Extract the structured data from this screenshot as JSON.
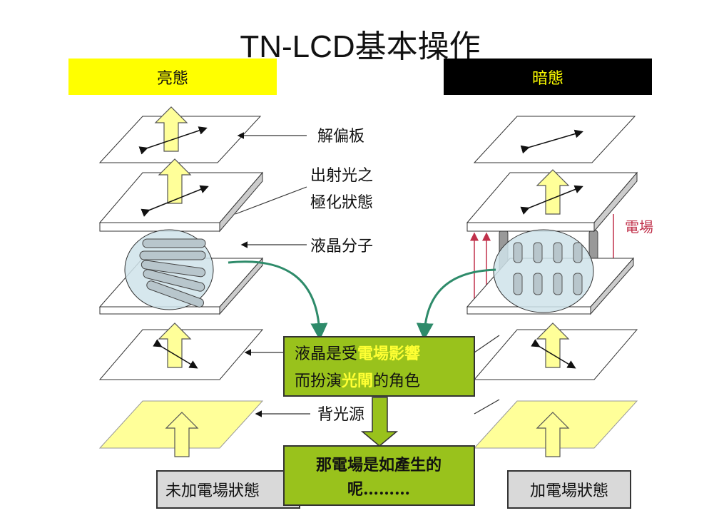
{
  "title": "TN-LCD基本操作",
  "bright_state": {
    "label": "亮態",
    "color": "#ffff00"
  },
  "dark_state": {
    "label": "暗態",
    "color": "#000000",
    "text_color": "#ffff00"
  },
  "labels": {
    "analyzer": "解偏板",
    "output_light_1": "出射光之",
    "output_light_2": "極化狀態",
    "lc_molecules": "液晶分子",
    "backlight": "背光源",
    "electric_field": "電場"
  },
  "callout_1": {
    "line1_a": "液晶是受",
    "line1_b": "電場影響",
    "line2_a": "而扮演",
    "line2_b": "光閘",
    "line2_c": "的角色"
  },
  "callout_2": {
    "line1": "那電場是如產生的",
    "line2": "呢………"
  },
  "state_labels": {
    "no_field": "未加電場狀態",
    "with_field": "加電場狀態"
  }
}
